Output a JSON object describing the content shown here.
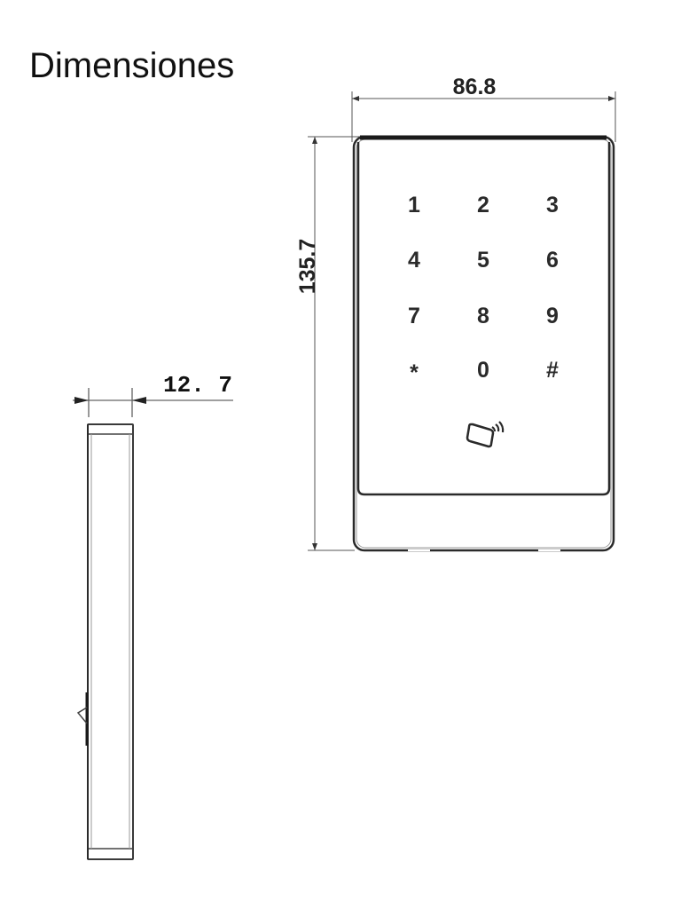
{
  "title": "Dimensiones",
  "front_view": {
    "width_dimension": "86.8",
    "height_dimension": "135.7",
    "keypad": {
      "keys": [
        "1",
        "2",
        "3",
        "4",
        "5",
        "6",
        "7",
        "8",
        "9",
        "*",
        "0",
        "#"
      ]
    },
    "card_reader_icon": "rfid-card-icon"
  },
  "side_view": {
    "depth_dimension": "12. 7"
  },
  "colors": {
    "line": "#333333",
    "bezel_top": "#1a1a1a",
    "background": "#ffffff"
  }
}
